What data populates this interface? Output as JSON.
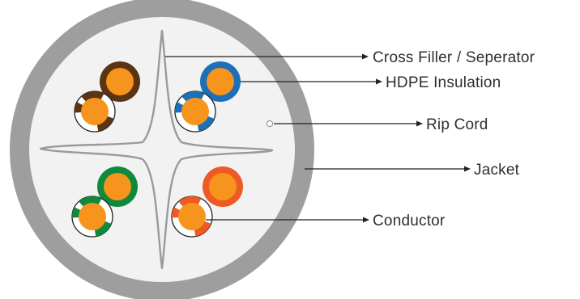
{
  "labels": {
    "cross_filler": "Cross Filler / Seperator",
    "insulation": "HDPE Insulation",
    "rip_cord": "Rip Cord",
    "jacket": "Jacket",
    "conductor": "Conductor"
  },
  "colors": {
    "jacket": "#9e9e9e",
    "interior": "#f2f2f2",
    "separator_stroke": "#9a9a9a",
    "conductor": "#f7941d",
    "pair_brown": "#5b3413",
    "pair_blue": "#1d6fb8",
    "pair_green": "#0f8a3c",
    "pair_orange": "#ef5a24",
    "leader_line": "#222222",
    "label_text": "#2f2f2f"
  }
}
